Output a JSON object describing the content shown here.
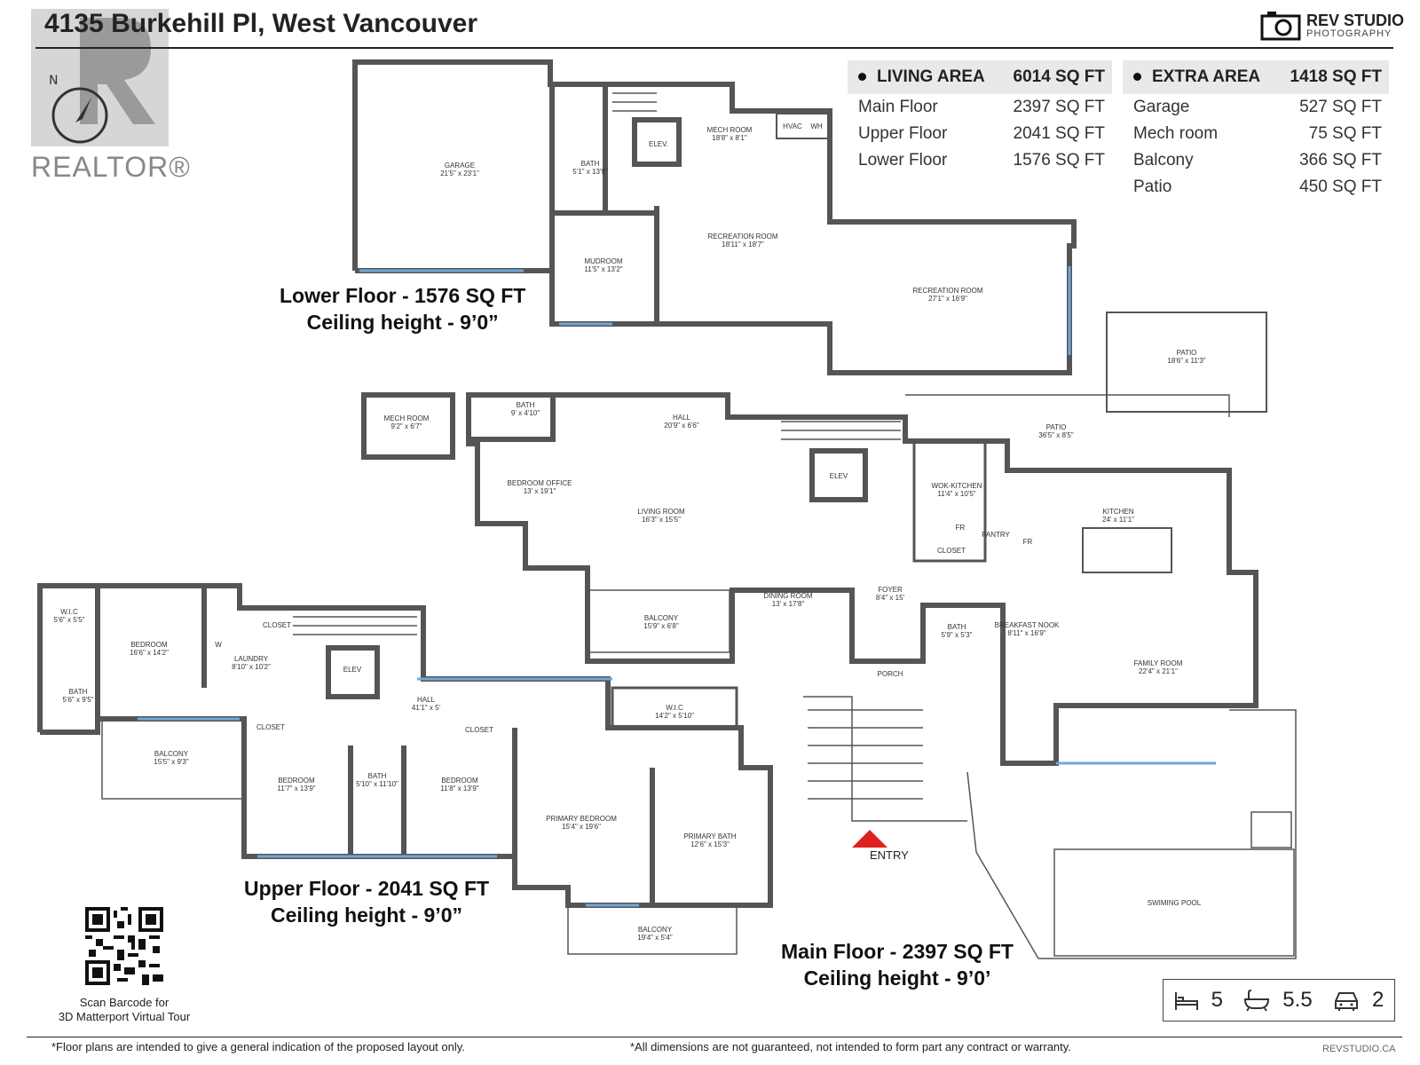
{
  "header": {
    "address": "4135 Burkehill Pl, West Vancouver",
    "brand_name": "REV STUDIO",
    "brand_sub": "PHOTOGRAPHY",
    "realtor": "REALTOR®"
  },
  "living_area": {
    "title": "LIVING AREA",
    "total": "6014 SQ FT",
    "rows": [
      {
        "label": "Main Floor",
        "value": "2397 SQ FT"
      },
      {
        "label": "Upper Floor",
        "value": "2041 SQ FT"
      },
      {
        "label": "Lower Floor",
        "value": "1576 SQ FT"
      }
    ]
  },
  "extra_area": {
    "title": "EXTRA AREA",
    "total": "1418 SQ FT",
    "rows": [
      {
        "label": "Garage",
        "value": "527 SQ FT"
      },
      {
        "label": "Mech room",
        "value": "75 SQ FT"
      },
      {
        "label": "Balcony",
        "value": "366 SQ FT"
      },
      {
        "label": "Patio",
        "value": "450 SQ FT"
      }
    ]
  },
  "floors": {
    "lower": {
      "area": "Lower Floor - 1576 SQ FT",
      "ceiling": "Ceiling height - 9’0”"
    },
    "upper": {
      "area": "Upper Floor - 2041 SQ FT",
      "ceiling": "Ceiling height - 9’0”"
    },
    "main": {
      "area": "Main Floor - 2397 SQ FT",
      "ceiling": "Ceiling height - 9’0’"
    }
  },
  "rooms": {
    "garage": {
      "name": "GARAGE",
      "dim": "21'5\" x 23'1\""
    },
    "mech_lower": {
      "name": "MECH ROOM",
      "dim": "18'8\" x 8'1\""
    },
    "elev_lower": {
      "name": "ELEV.",
      "dim": ""
    },
    "bath_lower": {
      "name": "BATH",
      "dim": "5'1\" x 13'9\""
    },
    "mudroom": {
      "name": "MUDROOM",
      "dim": "11'5\" x 13'2\""
    },
    "rec1": {
      "name": "RECREATION ROOM",
      "dim": "18'11\" x 18'7\""
    },
    "rec2": {
      "name": "RECREATION ROOM",
      "dim": "27'1\" x 16'9\""
    },
    "hvac": {
      "name": "HVAC",
      "dim": ""
    },
    "wh": {
      "name": "WH",
      "dim": ""
    },
    "patio_top": {
      "name": "PATIO",
      "dim": "18'6\" x 11'3\""
    },
    "mech_main": {
      "name": "MECH ROOM",
      "dim": "9'2\" x 6'7\""
    },
    "bath_main": {
      "name": "BATH",
      "dim": "9' x 4'10\""
    },
    "hall_main": {
      "name": "HALL",
      "dim": "20'9\" x 6'6\""
    },
    "bedroom_office": {
      "name": "BEDROOM OFFICE",
      "dim": "13' x 19'1\""
    },
    "living": {
      "name": "LIVING ROOM",
      "dim": "16'3\" x 15'5\""
    },
    "elev_main": {
      "name": "ELEV",
      "dim": ""
    },
    "patio_main": {
      "name": "PATIO",
      "dim": "36'5\" x 8'5\""
    },
    "wok": {
      "name": "WOK-KITCHEN",
      "dim": "11'4\" x 10'5\""
    },
    "kitchen": {
      "name": "KITCHEN",
      "dim": "24' x 11'1\""
    },
    "fr1": {
      "name": "FR",
      "dim": ""
    },
    "pantry": {
      "name": "PANTRY",
      "dim": ""
    },
    "fr2": {
      "name": "FR",
      "dim": ""
    },
    "closet_main": {
      "name": "CLOSET",
      "dim": ""
    },
    "balcony_main": {
      "name": "BALCONY",
      "dim": "15'9\" x 6'8\""
    },
    "dining": {
      "name": "DINING ROOM",
      "dim": "13' x 17'8\""
    },
    "foyer": {
      "name": "FOYER",
      "dim": "8'4\" x 15'"
    },
    "bath_foyer": {
      "name": "BATH",
      "dim": "5'9\" x 5'3\""
    },
    "breakfast": {
      "name": "BREAKFAST NOOK",
      "dim": "8'11\" x 16'9\""
    },
    "family": {
      "name": "FAMILY ROOM",
      "dim": "22'4\" x 21'1\""
    },
    "porch": {
      "name": "PORCH",
      "dim": ""
    },
    "pool": {
      "name": "SWIMING POOL",
      "dim": ""
    },
    "wic1": {
      "name": "W.I.C",
      "dim": "5'6\" x 5'5\""
    },
    "bedroom_upper1": {
      "name": "BEDROOM",
      "dim": "16'6\" x 14'2\""
    },
    "bath_upper1": {
      "name": "BATH",
      "dim": "5'6\" x 9'5\""
    },
    "laundry": {
      "name": "LAUNDRY",
      "dim": "8'10\" x 10'2\""
    },
    "w": {
      "name": "W",
      "dim": ""
    },
    "closet_upper1": {
      "name": "CLOSET",
      "dim": ""
    },
    "elev_upper": {
      "name": "ELEV",
      "dim": ""
    },
    "hall_upper": {
      "name": "HALL",
      "dim": "41'1\" x 5'"
    },
    "wic2": {
      "name": "W.I.C",
      "dim": "14'2\" x 5'10\""
    },
    "balcony_upper1": {
      "name": "BALCONY",
      "dim": "15'5\" x 9'3\""
    },
    "closet_upper2": {
      "name": "CLOSET",
      "dim": ""
    },
    "closet_upper3": {
      "name": "CLOSET",
      "dim": ""
    },
    "bedroom_upper2": {
      "name": "BEDROOM",
      "dim": "11'7\" x 13'9\""
    },
    "bath_upper2": {
      "name": "BATH",
      "dim": "5'10\" x 11'10\""
    },
    "bedroom_upper3": {
      "name": "BEDROOM",
      "dim": "11'8\" x 13'9\""
    },
    "primary_bed": {
      "name": "PRIMARY BEDROOM",
      "dim": "15'4\" x 19'6\""
    },
    "primary_bath": {
      "name": "PRIMARY BATH",
      "dim": "12'6\" x 15'3\""
    },
    "balcony_upper2": {
      "name": "BALCONY",
      "dim": "19'4\" x 5'4\""
    }
  },
  "entry_label": "ENTRY",
  "qr_caption": [
    "Scan Barcode for",
    "3D Matterport Virtual Tour"
  ],
  "stats": {
    "bedrooms": "5",
    "baths": "5.5",
    "garage": "2"
  },
  "footer": {
    "left": "*Floor plans are intended to give a general indication of the proposed layout only.",
    "right": "*All dimensions are not guaranteed, not intended to form part any contract or warranty.",
    "site": "REVSTUDIO.CA"
  },
  "colors": {
    "wall": "#555555",
    "window": "#6fa8dc",
    "door": "#2e9e3a",
    "entry_marker": "#e02020"
  }
}
